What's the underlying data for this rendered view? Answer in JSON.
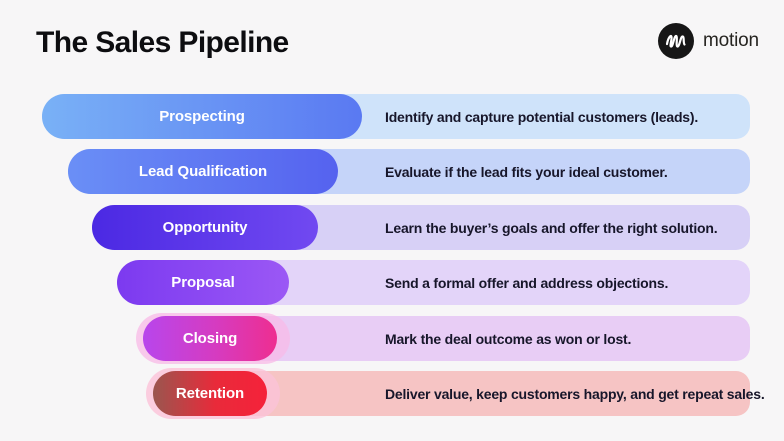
{
  "page": {
    "title": "The Sales Pipeline",
    "background_color": "#f7f6f7"
  },
  "brand": {
    "name": "motion",
    "logo_circle_color": "#161616",
    "logo_mark_color": "#ffffff"
  },
  "stages": [
    {
      "label": "Prospecting",
      "description": "Identify and capture potential customers (leads).",
      "pill_gradient": [
        "#79b1f6",
        "#5a79f2"
      ],
      "bar_color": "#cfe3fa"
    },
    {
      "label": "Lead Qualification",
      "description": "Evaluate if the lead fits your ideal customer.",
      "pill_gradient": [
        "#6a8ff6",
        "#5562ef"
      ],
      "bar_color": "#c5d4f9"
    },
    {
      "label": "Opportunity",
      "description": "Learn the buyer’s goals and offer the right solution.",
      "pill_gradient": [
        "#4b29e3",
        "#7149f1"
      ],
      "bar_color": "#d7d0f6"
    },
    {
      "label": "Proposal",
      "description": "Send a formal offer and address objections.",
      "pill_gradient": [
        "#7c3af0",
        "#9b58f5"
      ],
      "bar_color": "#e3d4f9"
    },
    {
      "label": "Closing",
      "description": "Mark the deal outcome as won or lost.",
      "pill_gradient": [
        "#b846ec",
        "#d63bc0 55%",
        "#ee2e90"
      ],
      "bar_color": "#e8cdf5",
      "halo_color": "rgba(248,185,231,0.75)"
    },
    {
      "label": "Retention",
      "description": "Deliver value, keep customers happy, and get repeat sales.",
      "pill_gradient": [
        "#9a564f 0%",
        "#e92a3a 55%",
        "#f5223a 100%"
      ],
      "bar_color": "#f6c4c4",
      "halo_color": "rgba(251,195,216,0.8)"
    }
  ]
}
